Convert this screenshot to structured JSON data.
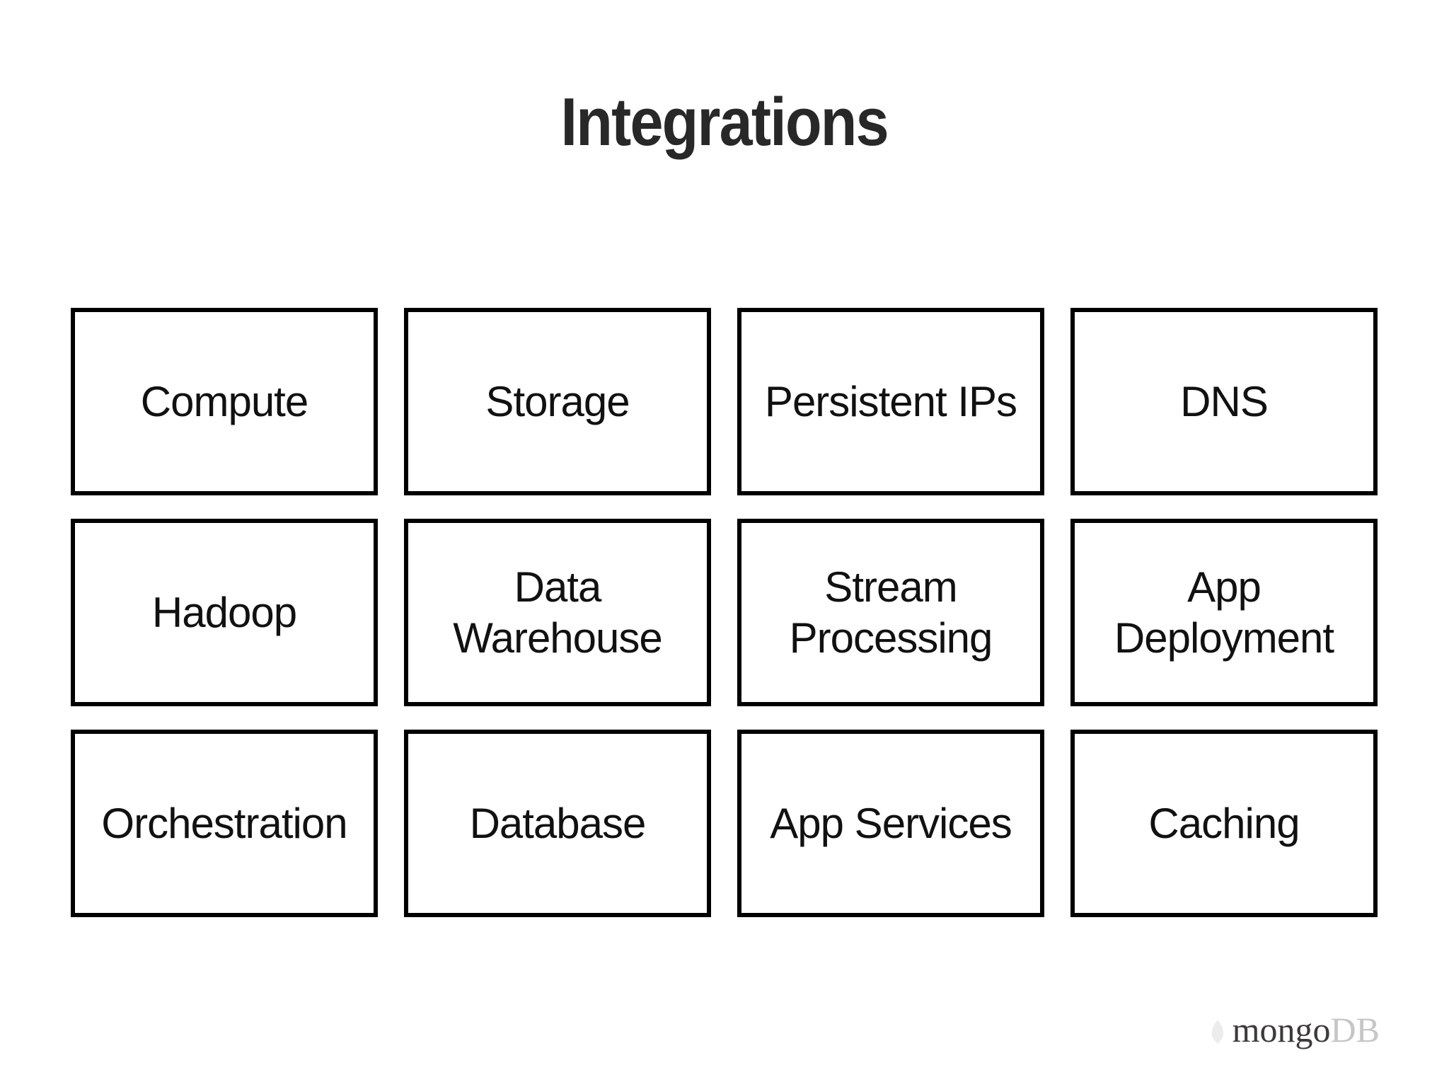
{
  "slide": {
    "title": "Integrations",
    "items": [
      "Compute",
      "Storage",
      "Persistent IPs",
      "DNS",
      "Hadoop",
      "Data\nWarehouse",
      "Stream\nProcessing",
      "App\nDeployment",
      "Orchestration",
      "Database",
      "App Services",
      "Caching"
    ],
    "brand": {
      "primary": "mongo",
      "secondary": "DB"
    },
    "colors": {
      "background": "#ffffff",
      "title": "#282828",
      "box_border": "#000000",
      "box_text": "#111111",
      "brand_primary": "#3d3a3a",
      "brand_secondary": "#c6c6c6",
      "leaf": "#ececec"
    }
  }
}
